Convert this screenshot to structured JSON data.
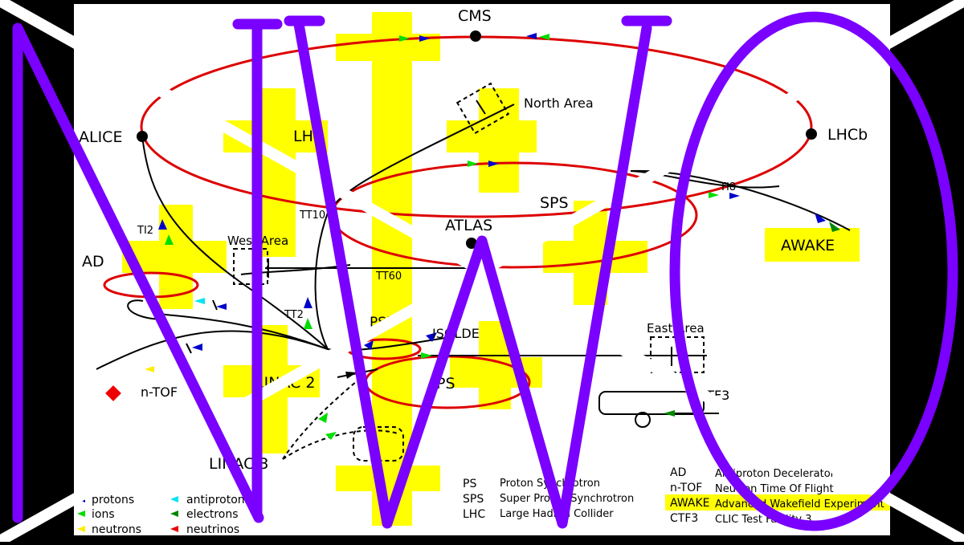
{
  "facilities": {
    "cms": "CMS",
    "alice": "ALICE",
    "lhcb": "LHCb",
    "atlas": "ATLAS",
    "lhc": "LHC",
    "sps": "SPS",
    "ps": "PS",
    "psb": "PSB",
    "linac2": "LINAC 2",
    "linac3": "LINAC 3",
    "ad": "AD",
    "ntof": "n-TOF",
    "isolde": "ISOLDE",
    "north_area": "North Area",
    "west_area": "West Area",
    "east_area": "East Area",
    "awake": "AWAKE",
    "ctf3": "CTF3"
  },
  "beamlines": {
    "tt10": "TT10",
    "tt2": "TT2",
    "tt60": "TT60",
    "ti2": "TI2",
    "ti8": "TI8"
  },
  "legend_particles": [
    {
      "label": "protons",
      "color": "#0000cc"
    },
    {
      "label": "ions",
      "color": "#00dd00"
    },
    {
      "label": "neutrons",
      "color": "#ffee00"
    },
    {
      "label": "antiprotons",
      "color": "#00e5ee"
    },
    {
      "label": "electrons",
      "color": "#008800"
    },
    {
      "label": "neutrinos",
      "color": "#ee0000"
    }
  ],
  "legend_acronyms_left": [
    {
      "abbr": "PS",
      "full": "Proton Synchrotron"
    },
    {
      "abbr": "SPS",
      "full": "Super Proton Synchrotron"
    },
    {
      "abbr": "LHC",
      "full": "Large Hadron Collider"
    }
  ],
  "legend_acronyms_right": [
    {
      "abbr": "AD",
      "full": "Antiproton Decelerator"
    },
    {
      "abbr": "n-TOF",
      "full": "Neutron Time Of Flight"
    },
    {
      "abbr": "AWAKE",
      "full": "Advanced Wakefield Experiment"
    },
    {
      "abbr": "CTF3",
      "full": "CLIC Test Facility 3"
    }
  ],
  "colors": {
    "ring": "#dd0000",
    "highlight": "#ffff00",
    "overlay": "#7a00ff",
    "background": "#000000",
    "paper": "#ffffff"
  }
}
